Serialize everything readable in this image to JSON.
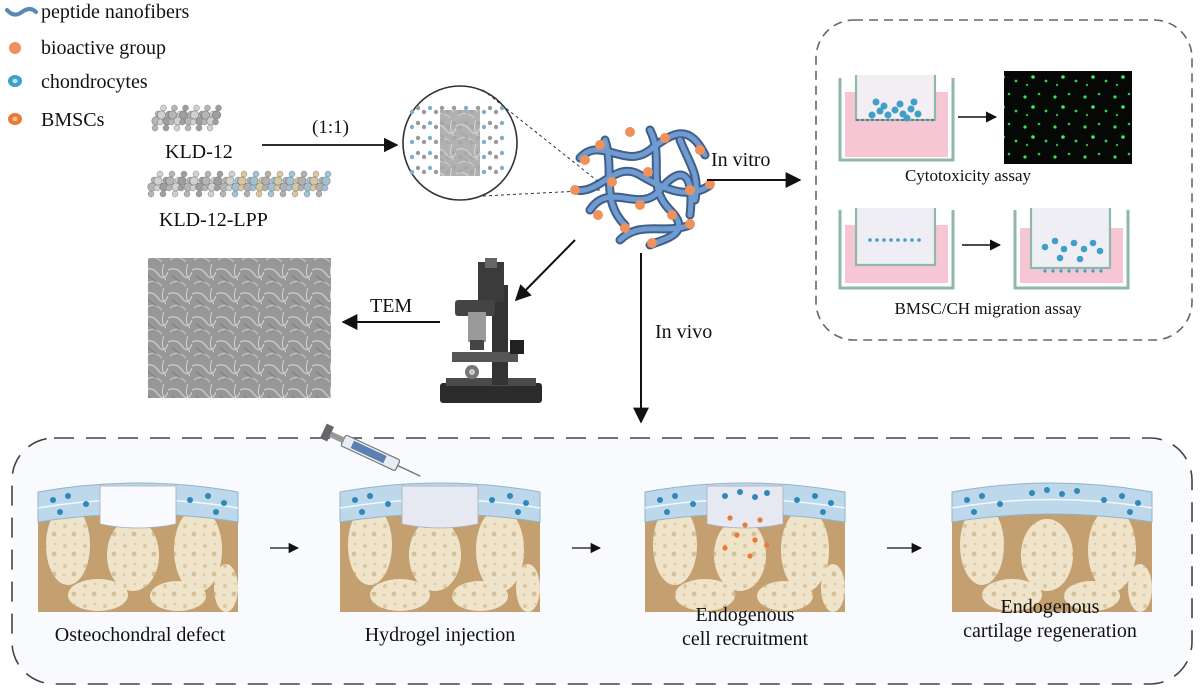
{
  "legend": {
    "items": [
      {
        "label": "peptide nanofibers",
        "icon": "fiber-icon",
        "color": "#5b86b8"
      },
      {
        "label": "bioactive group",
        "icon": "orange-dot-icon",
        "color": "#f0905a"
      },
      {
        "label": "chondrocytes",
        "icon": "blue-cell-icon",
        "color": "#3f9fc9"
      },
      {
        "label": "BMSCs",
        "icon": "bmsc-cell-icon",
        "color": "#e87a35"
      }
    ]
  },
  "peptides": {
    "kld12": "KLD-12",
    "kld12lpp": "KLD-12-LPP",
    "ratio": "(1:1)"
  },
  "branches": {
    "in_vitro": "In vitro",
    "in_vivo": "In vivo",
    "tem": "TEM"
  },
  "in_vitro_panel": {
    "cytotoxicity": "Cytotoxicity assay",
    "migration": "BMSC/CH  migration assay"
  },
  "in_vivo_steps": [
    {
      "label": "Osteochondral defect"
    },
    {
      "label": "Hydrogel injection"
    },
    {
      "label_line1": "Endogenous",
      "label_line2": "cell recruitment"
    },
    {
      "label_line1": "Endogenous",
      "label_line2": "cartilage regeneration"
    }
  ],
  "colors": {
    "fiber": "#5b86b8",
    "bioactive": "#f0905a",
    "chondrocyte": "#3f9fc9",
    "bmsc": "#e87a35",
    "bone": "#c4a070",
    "cartilage": "#bcd8ea",
    "medium": "#f7c6d4"
  }
}
